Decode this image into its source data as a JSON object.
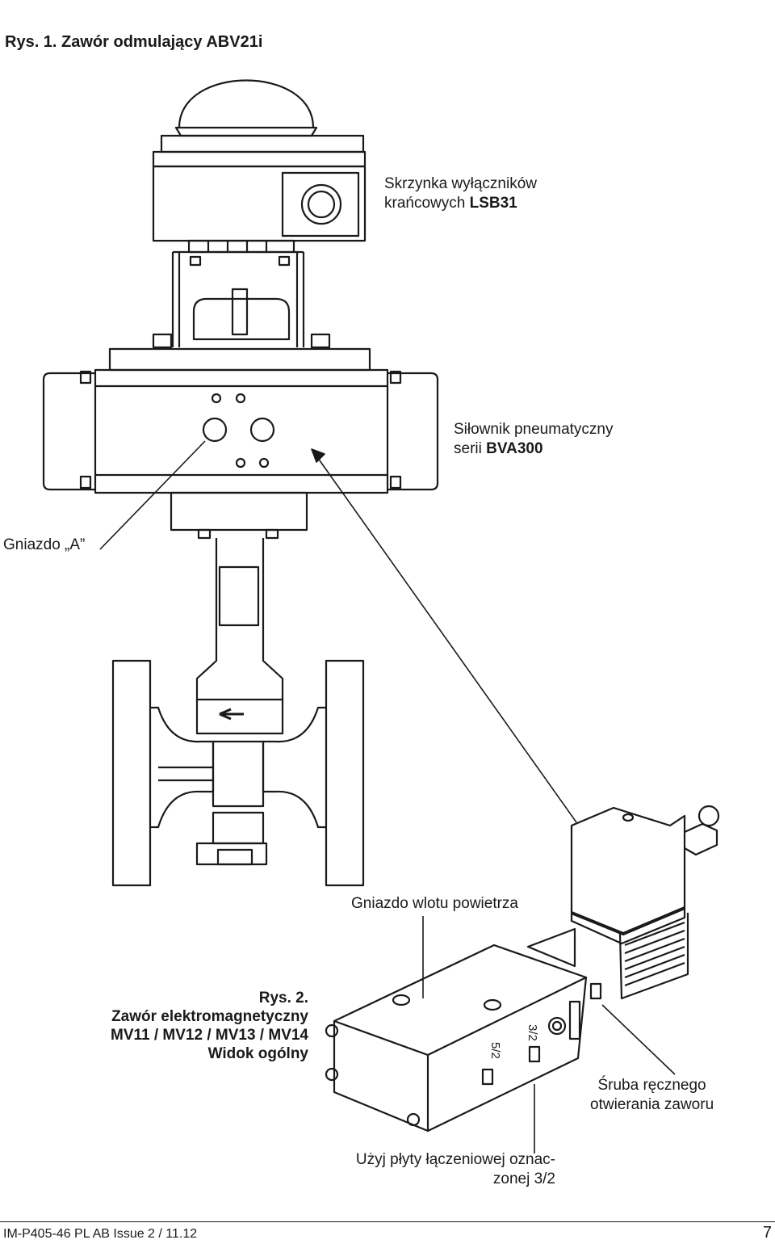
{
  "figure1": {
    "title": "Rys. 1. Zawór odmulający ABV21i",
    "labels": {
      "lsb_line1": "Skrzynka wyłączników",
      "lsb_line2_prefix": "krańcowych ",
      "lsb_line2_model": "LSB31",
      "bva_line1": "Siłownik pneumatyczny",
      "bva_line2_prefix": "serii ",
      "bva_line2_model": "BVA300",
      "port_a": "Gniazdo „A”"
    }
  },
  "figure2": {
    "caption_line1": "Rys. 2.",
    "caption_line2": "Zawór elektromagnetyczny",
    "caption_line3": "MV11 / MV12 / MV13 / MV14",
    "caption_line4": "Widok ogólny",
    "labels": {
      "air_inlet": "Gniazdo wlotu powietrza",
      "manual_screw_line1": "Śruba ręcznego",
      "manual_screw_line2": "otwierania zaworu",
      "plate_line1": "Użyj płyty łączeniowej oznac-",
      "plate_line2": "zonej 3/2",
      "marking_32": "3/2",
      "marking_52": "5/2"
    }
  },
  "footer": {
    "doc_ref": "IM-P405-46 PL AB Issue 2 / 11.12",
    "page_number": "7"
  }
}
